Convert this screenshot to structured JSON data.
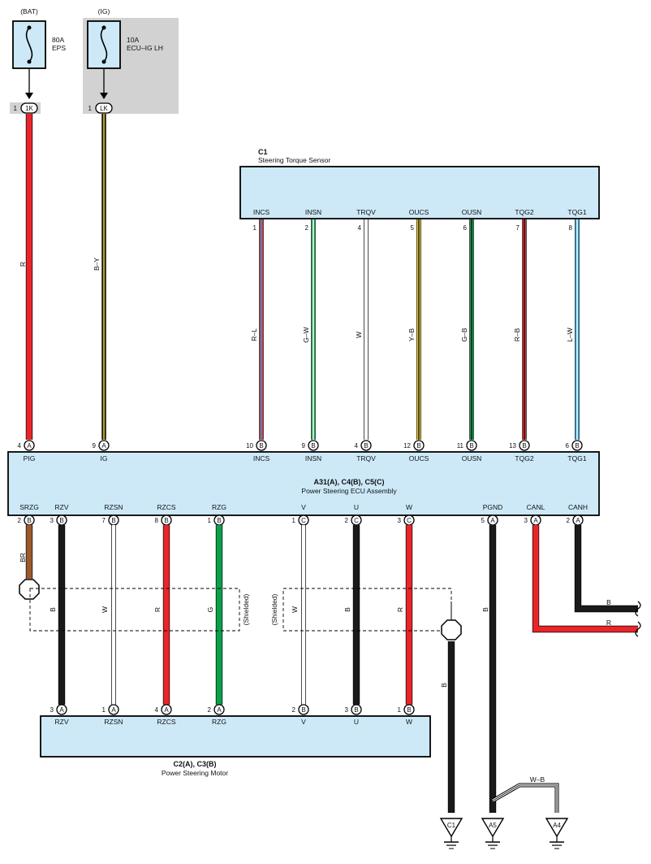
{
  "fuses": [
    {
      "source": "(BAT)",
      "amp": "80A",
      "name": "EPS"
    },
    {
      "source": "(IG)",
      "amp": "10A",
      "name": "ECU–IG LH"
    }
  ],
  "connectors_top": [
    {
      "pin": "1",
      "code": "1K"
    },
    {
      "pin": "1",
      "code": "LK"
    }
  ],
  "sensor": {
    "id": "C1",
    "name": "Steering Torque Sensor",
    "terminals": [
      {
        "name": "INCS",
        "pin": "1",
        "wire": "R–L",
        "ecu_pin": "10",
        "ecu_conn": "B"
      },
      {
        "name": "INSN",
        "pin": "2",
        "wire": "G–W",
        "ecu_pin": "9",
        "ecu_conn": "B"
      },
      {
        "name": "TRQV",
        "pin": "4",
        "wire": "W",
        "ecu_pin": "4",
        "ecu_conn": "B"
      },
      {
        "name": "OUCS",
        "pin": "5",
        "wire": "Y–B",
        "ecu_pin": "12",
        "ecu_conn": "B"
      },
      {
        "name": "OUSN",
        "pin": "6",
        "wire": "G–B",
        "ecu_pin": "11",
        "ecu_conn": "B"
      },
      {
        "name": "TQG2",
        "pin": "7",
        "wire": "R–B",
        "ecu_pin": "13",
        "ecu_conn": "B"
      },
      {
        "name": "TQG1",
        "pin": "8",
        "wire": "L–W",
        "ecu_pin": "6",
        "ecu_conn": "B"
      }
    ]
  },
  "ecu": {
    "id": "A31(A), C4(B), C5(C)",
    "name": "Power Steering ECU Assembly",
    "top_terminals": [
      {
        "name": "PIG",
        "pin": "4",
        "conn": "A",
        "wire": "R"
      },
      {
        "name": "IG",
        "pin": "9",
        "conn": "A",
        "wire": "B–Y"
      }
    ],
    "bottom_terminals": [
      {
        "name": "SRZG",
        "pin": "2",
        "conn": "B",
        "wire": "BR"
      },
      {
        "name": "RZV",
        "pin": "3",
        "conn": "B",
        "wire": "B"
      },
      {
        "name": "RZSN",
        "pin": "7",
        "conn": "B",
        "wire": "W"
      },
      {
        "name": "RZCS",
        "pin": "8",
        "conn": "B",
        "wire": "R"
      },
      {
        "name": "RZG",
        "pin": "1",
        "conn": "B",
        "wire": "G"
      },
      {
        "name": "V",
        "pin": "1",
        "conn": "C",
        "wire": "W"
      },
      {
        "name": "U",
        "pin": "2",
        "conn": "C",
        "wire": "B"
      },
      {
        "name": "W",
        "pin": "3",
        "conn": "C",
        "wire": "R"
      },
      {
        "name": "PGND",
        "pin": "5",
        "conn": "A",
        "wire": "B"
      },
      {
        "name": "CANL",
        "pin": "3",
        "conn": "A",
        "wire": "R"
      },
      {
        "name": "CANH",
        "pin": "2",
        "conn": "A",
        "wire": "B"
      }
    ]
  },
  "motor": {
    "id": "C2(A), C3(B)",
    "name": "Power Steering Motor",
    "terminals": [
      {
        "name": "RZV",
        "pin": "3",
        "conn": "A"
      },
      {
        "name": "RZSN",
        "pin": "1",
        "conn": "A"
      },
      {
        "name": "RZCS",
        "pin": "4",
        "conn": "A"
      },
      {
        "name": "RZG",
        "pin": "2",
        "conn": "A"
      },
      {
        "name": "V",
        "pin": "2",
        "conn": "B"
      },
      {
        "name": "U",
        "pin": "3",
        "conn": "B"
      },
      {
        "name": "W",
        "pin": "1",
        "conn": "B"
      }
    ]
  },
  "shield_label": "(Shielded)",
  "shield_wire_label": "B",
  "ground_wire_label": "W–B",
  "grounds": [
    "C1",
    "A5",
    "A4"
  ],
  "colors": {
    "box_fill": "#cde9f8",
    "gray_zone": "#d2d2d2",
    "R": "#e8262a",
    "B": "#1a1a1a",
    "G": "#08a24b",
    "W": "#ffffff",
    "Y": "#f5d212",
    "L": "#1ca3e0",
    "BR": "#9c5a2c"
  }
}
